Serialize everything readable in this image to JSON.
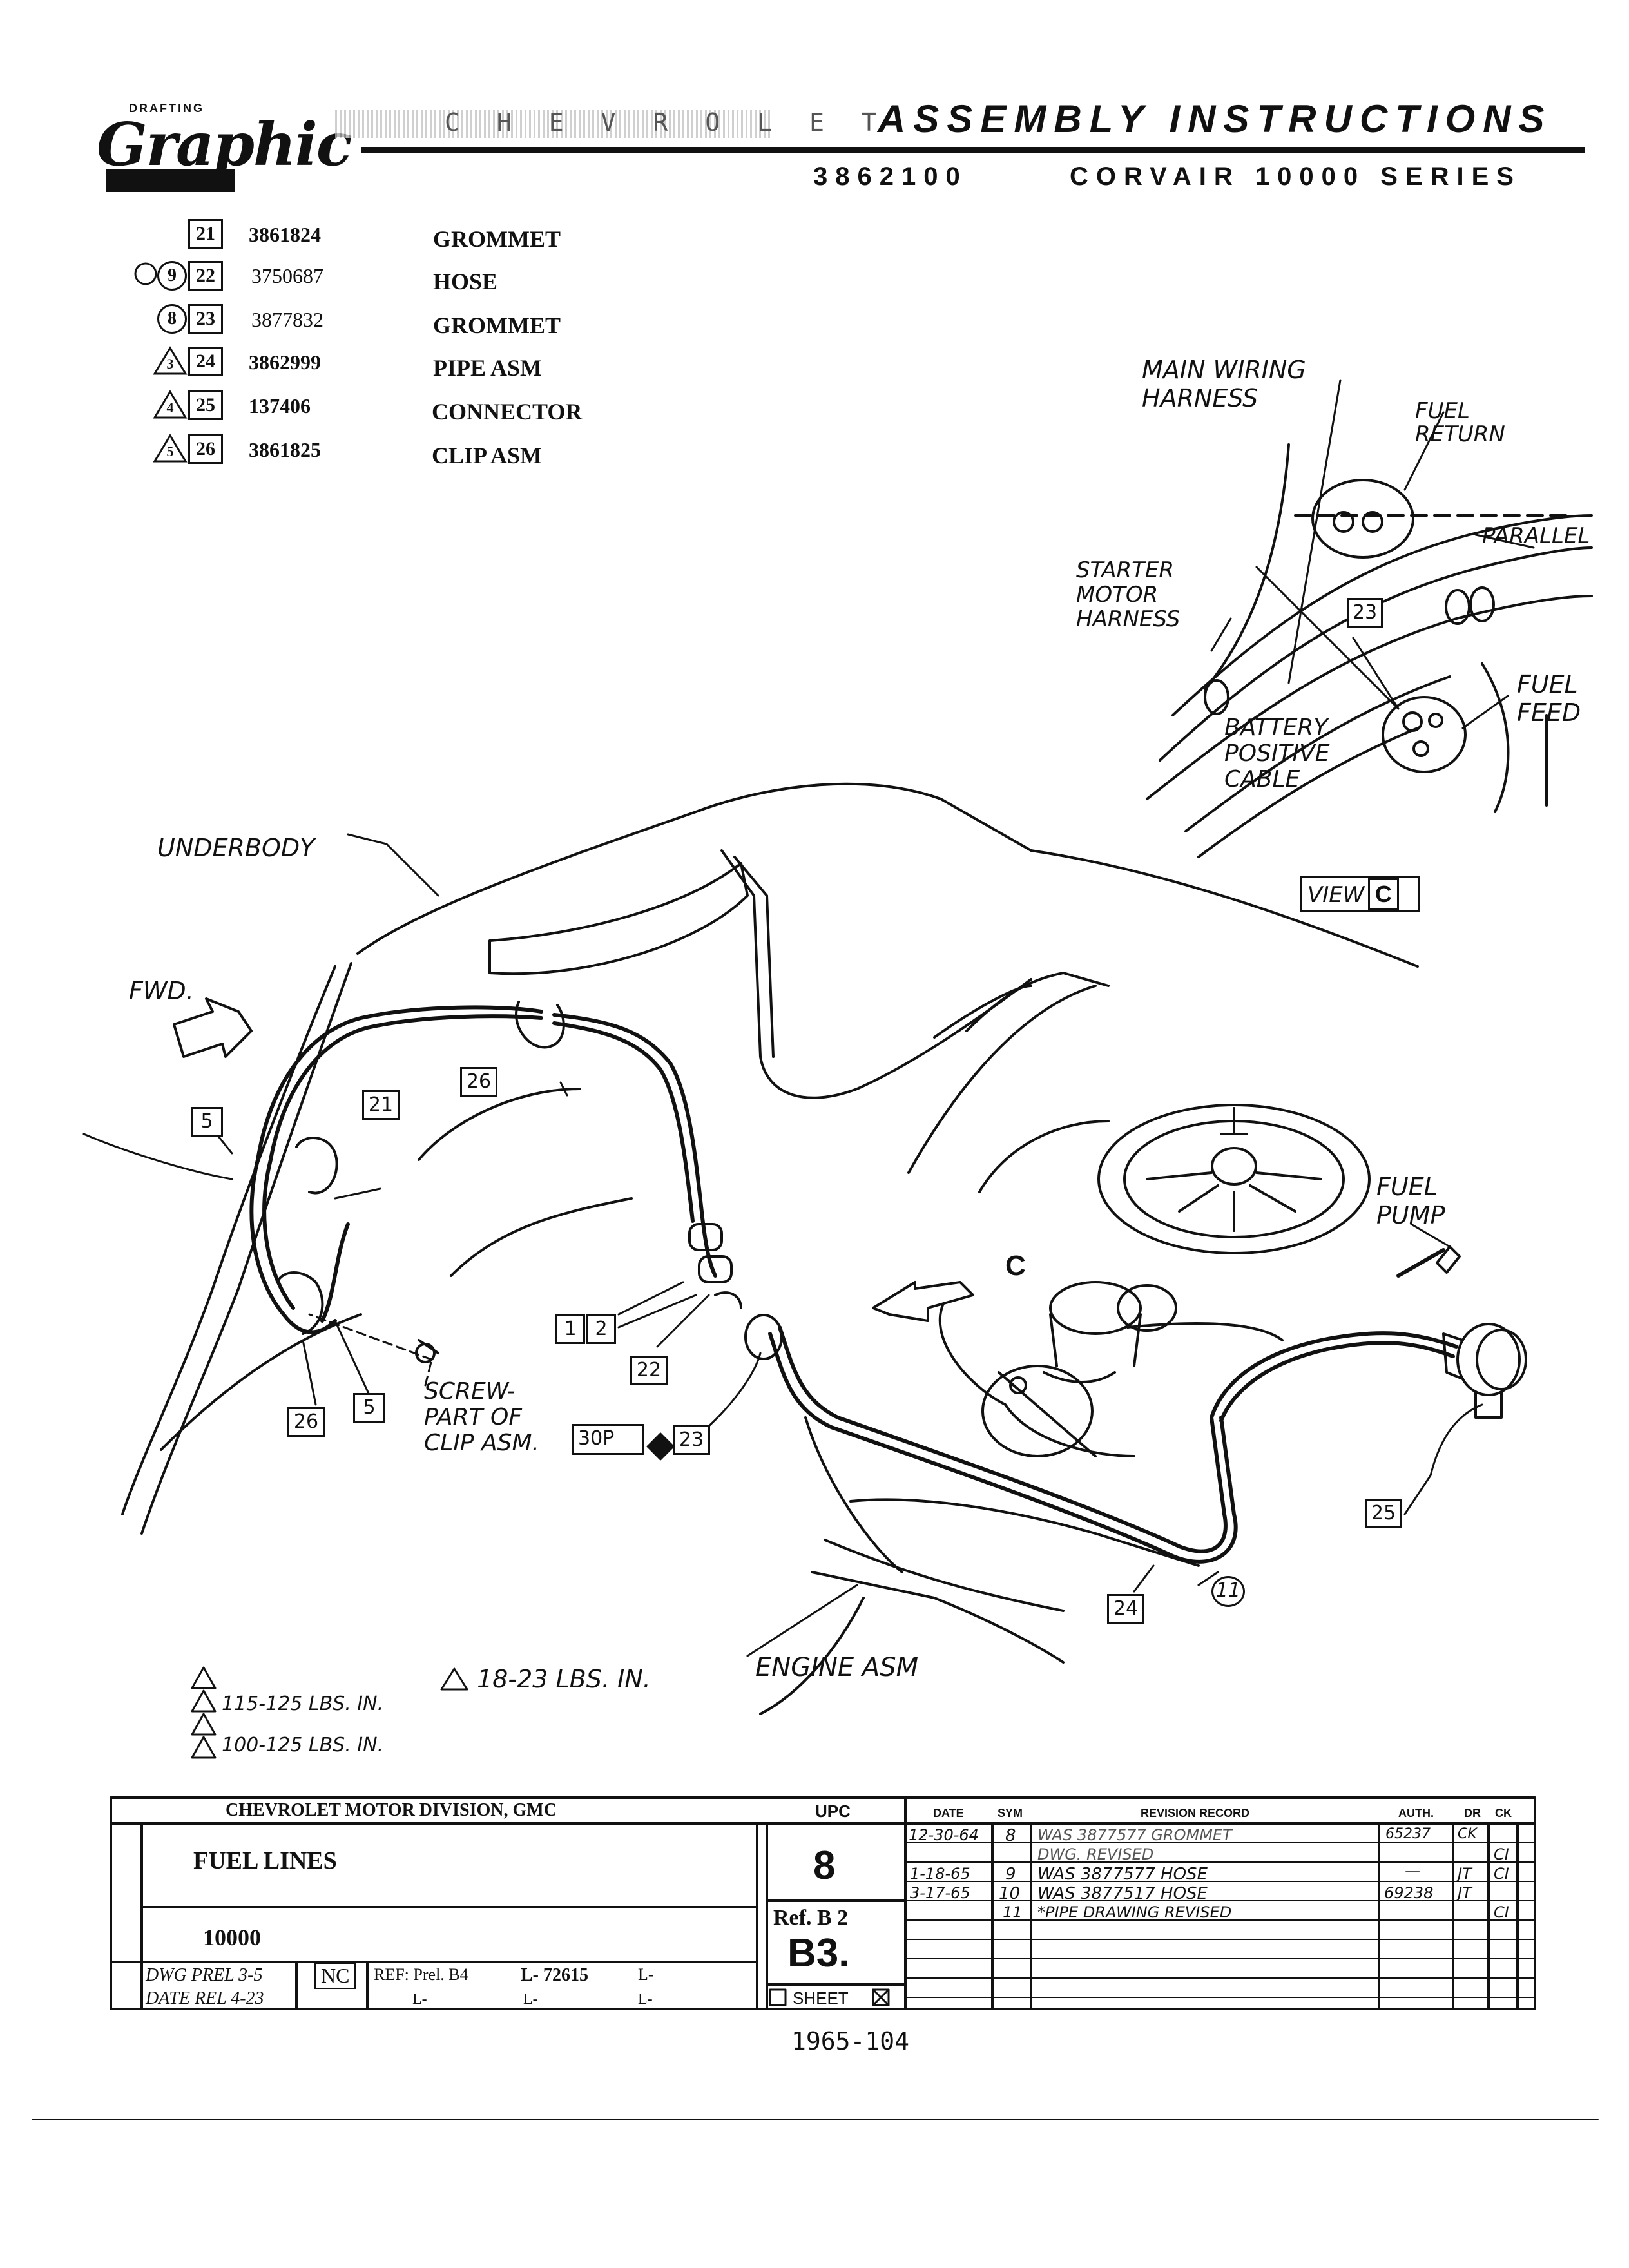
{
  "header": {
    "logo_small": "DRAFTING",
    "logo_script": "Graphic",
    "faded_strip": "CHEVROLET",
    "title": "ASSEMBLY INSTRUCTIONS",
    "part_number": "3862100",
    "series": "CORVAIR 10000 SERIES"
  },
  "parts": [
    {
      "ref": "21",
      "mark": "",
      "number": "3861824",
      "name": "GROMMET"
    },
    {
      "ref": "22",
      "mark": "9",
      "number": "3750687",
      "name": "HOSE"
    },
    {
      "ref": "23",
      "mark": "8",
      "number": "3877832",
      "name": "GROMMET"
    },
    {
      "ref": "24",
      "mark": "3",
      "number": "3862999",
      "name": "PIPE ASM"
    },
    {
      "ref": "25",
      "mark": "4",
      "number": "137406",
      "name": "CONNECTOR"
    },
    {
      "ref": "26",
      "mark": "5",
      "number": "3861825",
      "name": "CLIP ASM"
    }
  ],
  "view_c": {
    "main_wiring": "MAIN WIRING\nHARNESS",
    "fuel_return": "FUEL\nRETURN",
    "parallel": "PARALLEL",
    "starter": "STARTER\nMOTOR\nHARNESS",
    "callout_23": "23",
    "fuel_feed": "FUEL\nFEED",
    "battery": "BATTERY\nPOSITIVE\nCABLE",
    "view_label": "VIEW",
    "view_letter": "C"
  },
  "main_view": {
    "underbody": "UNDERBODY",
    "fwd": "FWD.",
    "fuel_pump": "FUEL\nPUMP",
    "screw": "SCREW-\nPART OF\nCLIP ASM.",
    "engine": "ENGINE ASM",
    "arrow_c": "C",
    "c5": "5",
    "c21": "21",
    "c26a": "26",
    "c1": "1",
    "c2": "2",
    "c22": "22",
    "c26b": "26",
    "c5b": "5",
    "c30p": "30P",
    "c23": "23",
    "c25": "25",
    "c24": "24",
    "c11": "11"
  },
  "torque_notes": {
    "n5": "18-23 LBS. IN.",
    "n3": "115-125 LBS. IN.",
    "n4": "100-125 LBS. IN."
  },
  "title_block": {
    "division": "CHEVROLET MOTOR DIVISION, GMC",
    "upc_label": "UPC",
    "title": "FUEL LINES",
    "model": "10000",
    "upc": "8",
    "ref": "Ref. B 2",
    "sheet_code": "B3.",
    "sheet": "SHEET",
    "dwg": "DWG PREL 3-5",
    "nc": "NC",
    "ref_prel": "REF: Prel. B4",
    "l_number": "L- 72615",
    "l_blank": "L-",
    "date_row": "DATE REL 4-23",
    "rev_headers": [
      "DATE",
      "SYM",
      "REVISION RECORD",
      "AUTH.",
      "DR",
      "CK"
    ],
    "revisions": [
      {
        "date": "12-30-64",
        "sym": "8",
        "desc": "WAS 3877577 GROMMET",
        "auth": "65237",
        "dr": "CK",
        "ck": ""
      },
      {
        "date": "",
        "sym": "",
        "desc": "DWG. REVISED",
        "auth": "",
        "dr": "",
        "ck": "CI"
      },
      {
        "date": "1-18-65",
        "sym": "9",
        "desc": "WAS 3877577 HOSE",
        "auth": "—",
        "dr": "JT",
        "ck": "CI"
      },
      {
        "date": "3-17-65",
        "sym": "10",
        "desc": "WAS 3877517 HOSE",
        "auth": "69238",
        "dr": "JT",
        "ck": ""
      },
      {
        "date": "",
        "sym": "11",
        "desc": "*PIPE DRAWING REVISED",
        "auth": "",
        "dr": "",
        "ck": "CI"
      }
    ]
  },
  "footer": {
    "doc_id": "1965-104"
  }
}
